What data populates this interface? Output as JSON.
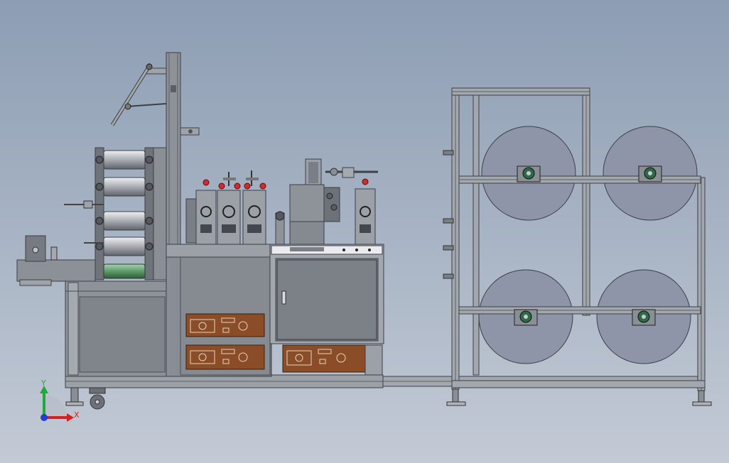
{
  "viewport": {
    "colors": {
      "background_top": "#8d9db3",
      "background_bottom": "#c3cad5",
      "frame": "#9aa0a8",
      "cabinet": "#7f848b",
      "panel_copper": "#8a4d27",
      "reel": "#8e95a8",
      "roller": "#c9ccd1",
      "green_roller": "#5f9a6a",
      "red_knob": "#d42a2a"
    }
  },
  "machine": {
    "left_unit": "roller-stack-unit",
    "middle_unit": "welding-station",
    "right_unit": "material-reel-rack",
    "reel_count": 4
  },
  "triad": {
    "y_label": "Y",
    "x_label": "X",
    "y_color": "#1faa3a",
    "x_color": "#d62020",
    "z_color": "#1f3fd6"
  }
}
